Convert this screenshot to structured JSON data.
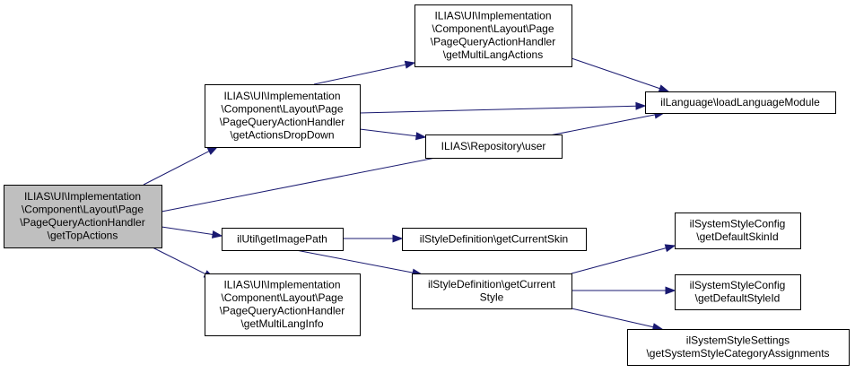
{
  "graph": {
    "nodes": [
      {
        "id": "getTopActions",
        "lines": [
          "ILIAS\\UI\\Implementation",
          "\\Component\\Layout\\Page",
          "\\PageQueryActionHandler",
          "\\getTopActions"
        ],
        "root": true
      },
      {
        "id": "getActionsDropDown",
        "lines": [
          "ILIAS\\UI\\Implementation",
          "\\Component\\Layout\\Page",
          "\\PageQueryActionHandler",
          "\\getActionsDropDown"
        ]
      },
      {
        "id": "getMultiLangActions",
        "lines": [
          "ILIAS\\UI\\Implementation",
          "\\Component\\Layout\\Page",
          "\\PageQueryActionHandler",
          "\\getMultiLangActions"
        ]
      },
      {
        "id": "loadLanguageModule",
        "lines": [
          "ilLanguage\\loadLanguageModule"
        ]
      },
      {
        "id": "repositoryUser",
        "lines": [
          "ILIAS\\Repository\\user"
        ]
      },
      {
        "id": "getImagePath",
        "lines": [
          "ilUtil\\getImagePath"
        ]
      },
      {
        "id": "getMultiLangInfo",
        "lines": [
          "ILIAS\\UI\\Implementation",
          "\\Component\\Layout\\Page",
          "\\PageQueryActionHandler",
          "\\getMultiLangInfo"
        ]
      },
      {
        "id": "getCurrentSkin",
        "lines": [
          "ilStyleDefinition\\getCurrentSkin"
        ]
      },
      {
        "id": "getCurrentStyle",
        "lines": [
          "ilStyleDefinition\\getCurrent",
          "Style"
        ]
      },
      {
        "id": "getDefaultSkinId",
        "lines": [
          "ilSystemStyleConfig",
          "\\getDefaultSkinId"
        ]
      },
      {
        "id": "getDefaultStyleId",
        "lines": [
          "ilSystemStyleConfig",
          "\\getDefaultStyleId"
        ]
      },
      {
        "id": "getSystemStyleCategoryAssignments",
        "lines": [
          "ilSystemStyleSettings",
          "\\getSystemStyleCategoryAssignments"
        ]
      }
    ],
    "edges": [
      {
        "from": "getTopActions",
        "to": "getActionsDropDown"
      },
      {
        "from": "getTopActions",
        "to": "loadLanguageModule"
      },
      {
        "from": "getTopActions",
        "to": "getImagePath"
      },
      {
        "from": "getTopActions",
        "to": "getMultiLangInfo"
      },
      {
        "from": "getActionsDropDown",
        "to": "getMultiLangActions"
      },
      {
        "from": "getActionsDropDown",
        "to": "loadLanguageModule"
      },
      {
        "from": "getActionsDropDown",
        "to": "repositoryUser"
      },
      {
        "from": "getMultiLangActions",
        "to": "loadLanguageModule"
      },
      {
        "from": "getImagePath",
        "to": "getCurrentSkin"
      },
      {
        "from": "getImagePath",
        "to": "getCurrentStyle"
      },
      {
        "from": "getCurrentStyle",
        "to": "getDefaultSkinId"
      },
      {
        "from": "getCurrentStyle",
        "to": "getDefaultStyleId"
      },
      {
        "from": "getCurrentStyle",
        "to": "getSystemStyleCategoryAssignments"
      }
    ]
  }
}
